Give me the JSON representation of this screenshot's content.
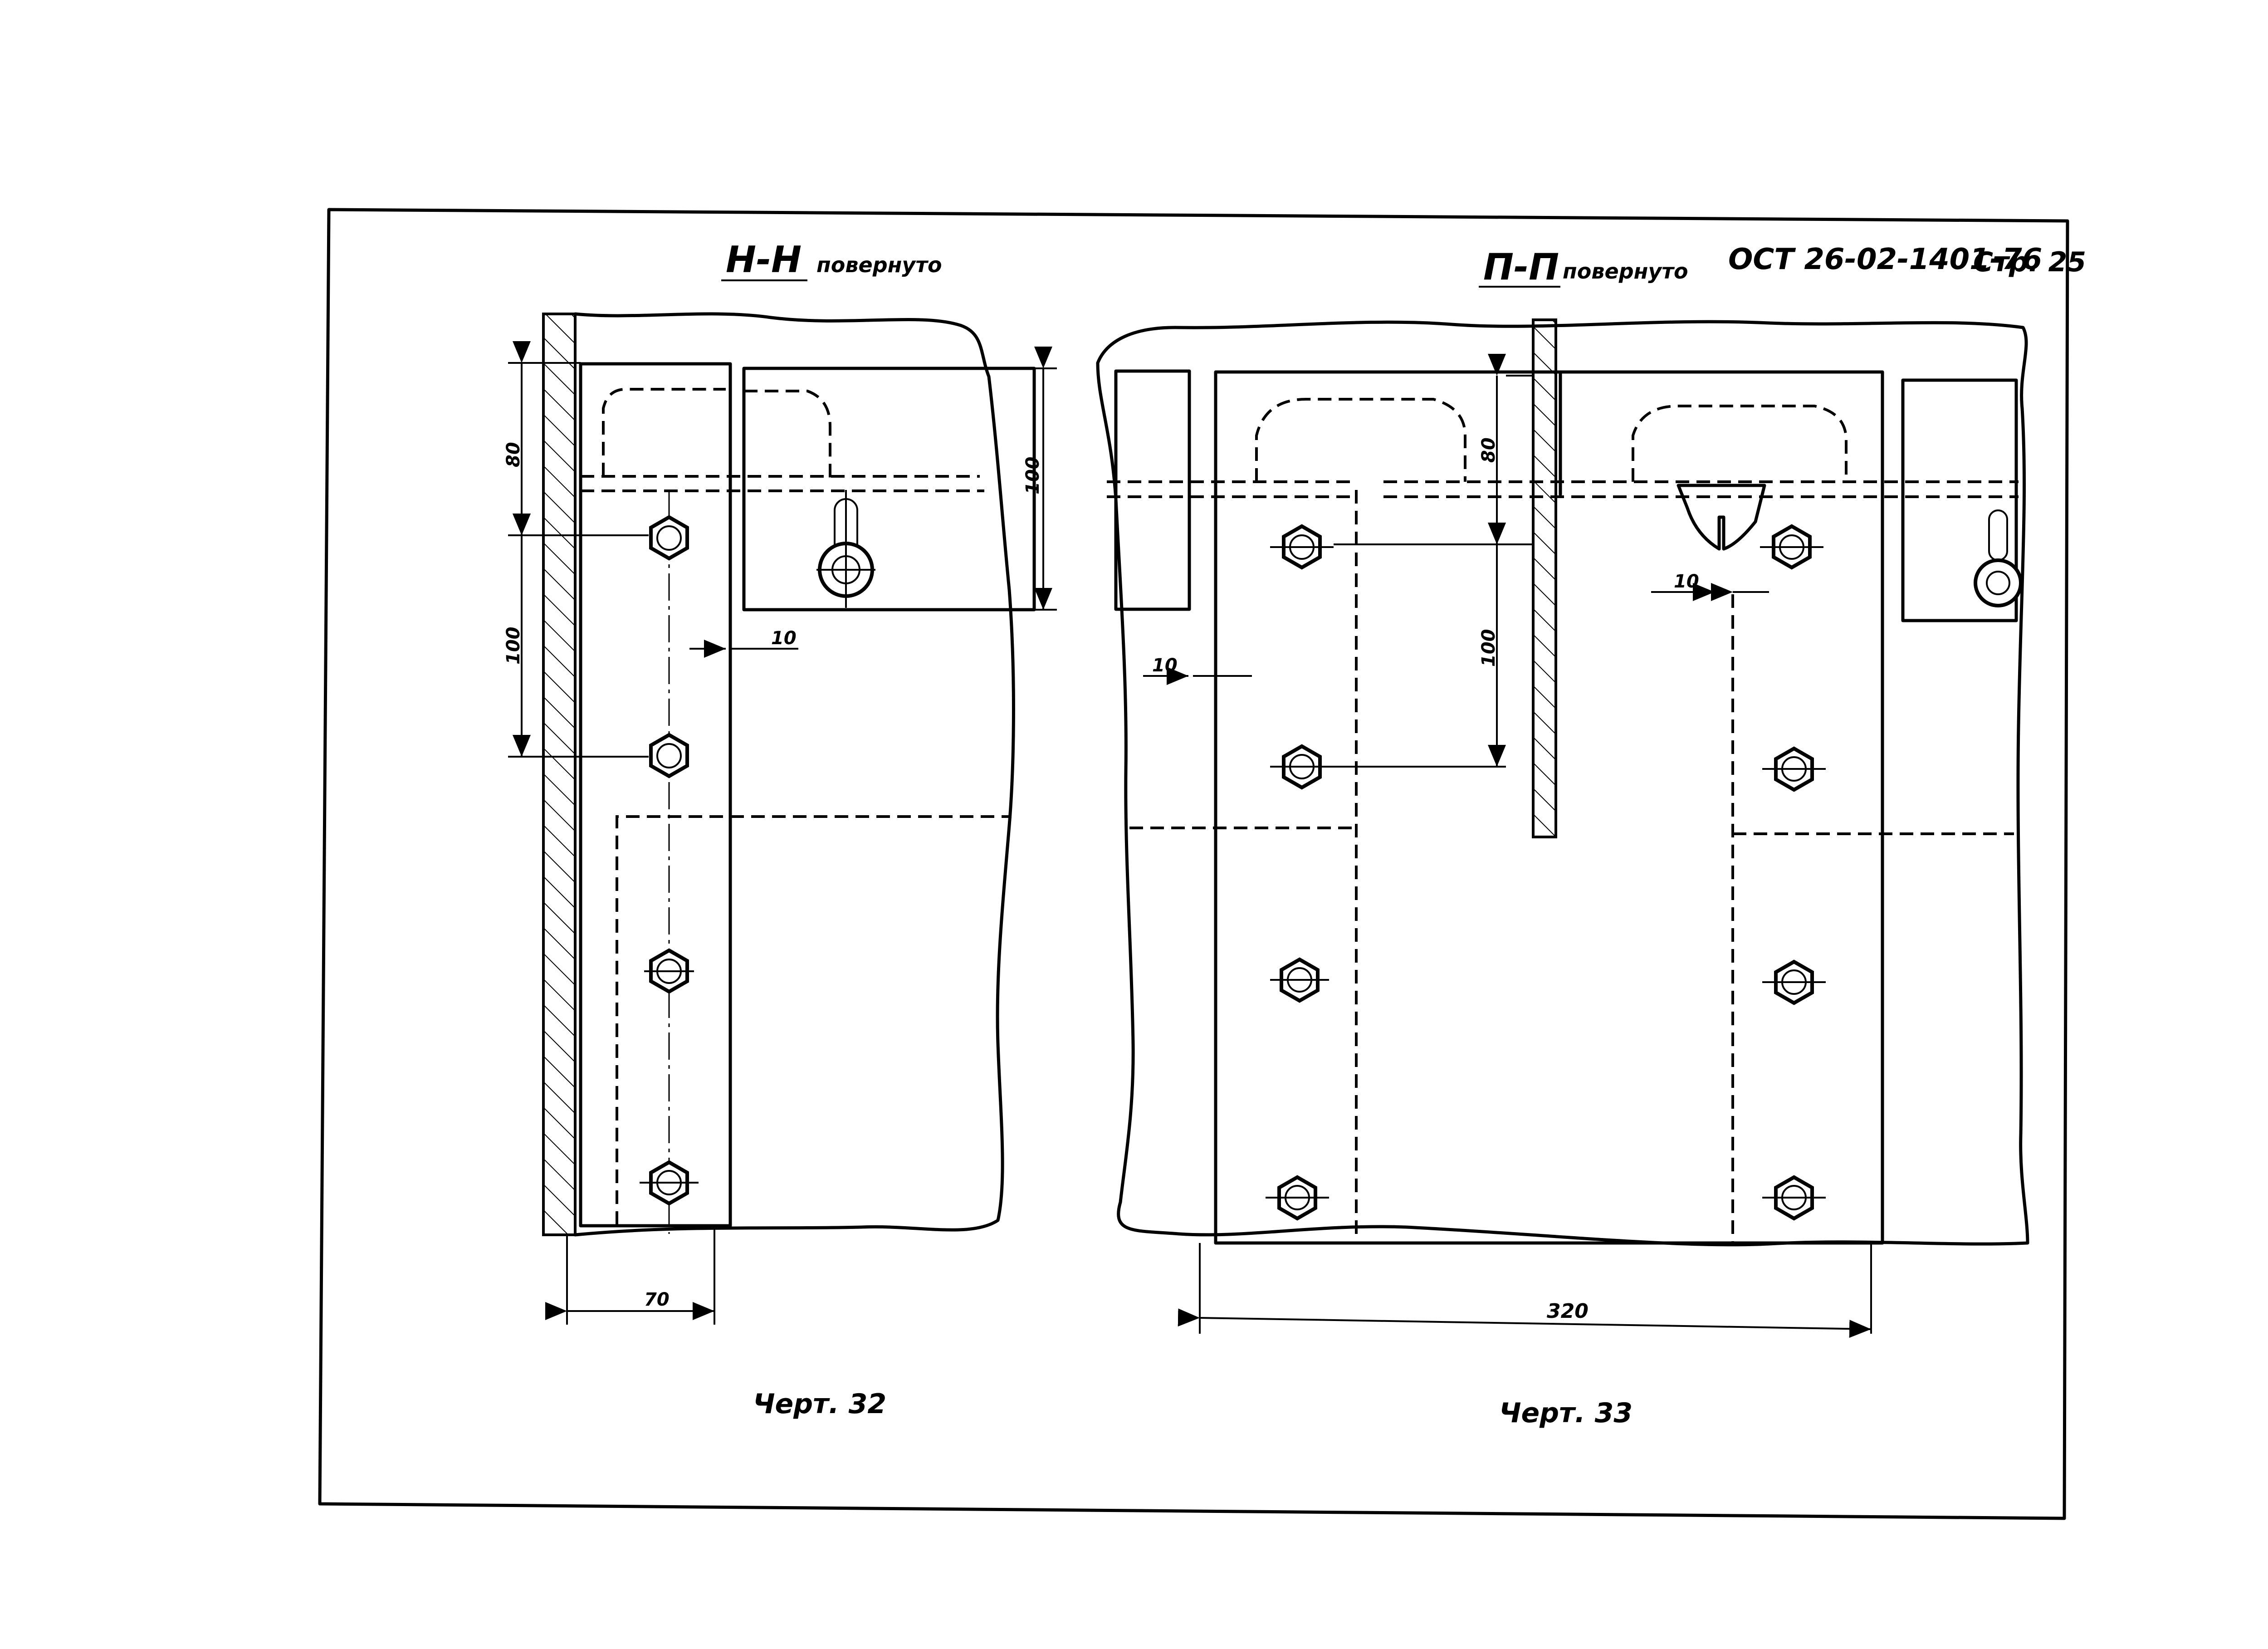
{
  "header": {
    "standard": "ОСТ 26-02-1401-76",
    "page": "Стр. 25"
  },
  "views": {
    "left": {
      "section": "Н-Н",
      "rotated": "повернуто",
      "caption": "Черт. 32",
      "dims": {
        "d80": "80",
        "d100a": "100",
        "d100b": "100",
        "d10": "10",
        "d70": "70"
      }
    },
    "right": {
      "section": "П-П",
      "rotated": "повернуто",
      "caption": "Черт. 33",
      "dims": {
        "d80": "80",
        "d100": "100",
        "d10a": "10",
        "d10b": "10",
        "d320": "320"
      }
    }
  }
}
